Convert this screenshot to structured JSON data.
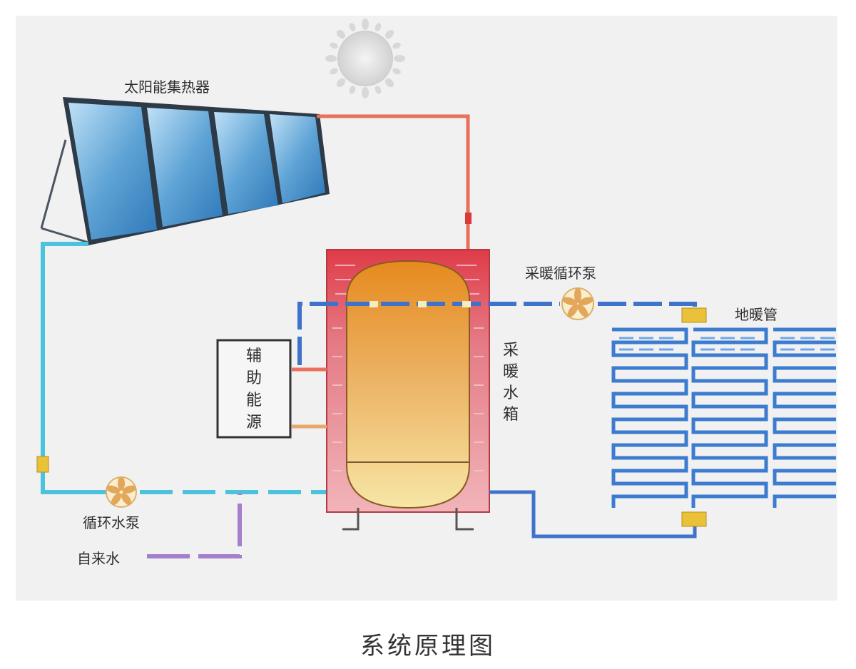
{
  "labels": {
    "solar_collector": "太阳能集热器",
    "aux_energy": [
      "辅",
      "助",
      "能",
      "源"
    ],
    "heating_tank": [
      "采",
      "暖",
      "水",
      "箱"
    ],
    "heating_pump": "采暖循环泵",
    "floor_heating_pipe": "地暖管",
    "circ_pump": "循环水泵",
    "tap_water": "自来水"
  },
  "caption": "系统原理图",
  "colors": {
    "hot_pipe": "#e8705c",
    "solar_return_pipe": "#4cc3dd",
    "heating_pipe": "#3f72c9",
    "tap_water_pipe": "#a37fcc",
    "aux_pipe": "#e7a86a",
    "tank_jacket": "#e0424f",
    "tank_inner_top": "#e68a1e",
    "tank_inner_bottom": "#f5e2a0",
    "panel": "#4a8fc7",
    "floor_pipe": "#3b7bd0",
    "valve": "#e9c23a"
  },
  "icons": {
    "sun": "sun-icon",
    "pump": "pump-fan-icon",
    "valve": "valve-icon"
  }
}
